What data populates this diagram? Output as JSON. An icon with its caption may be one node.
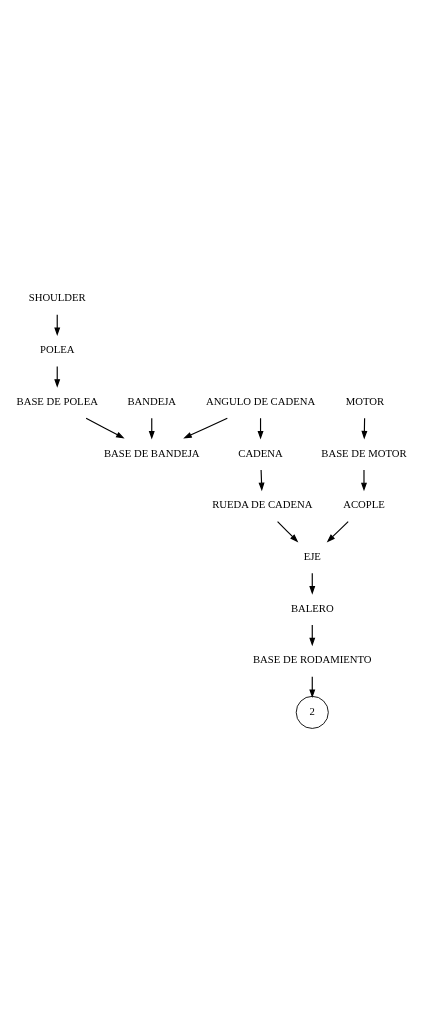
{
  "diagram": {
    "nodes": [
      {
        "text": [
          "SHOULDER"
        ]
      },
      {
        "text": [
          "POLEA"
        ]
      },
      {
        "text": [
          "BASE DE POLEA"
        ]
      },
      {
        "text": [
          "BASE DE BANDEJA"
        ]
      },
      {
        "text": [
          "BANDEJA"
        ]
      },
      {
        "text": [
          "ANGULO DE CADENA"
        ]
      },
      {
        "text": [
          "CADENA"
        ]
      },
      {
        "text": [
          "RUEDA DE CADENA"
        ]
      },
      {
        "text": [
          "EJE"
        ]
      },
      {
        "text": [
          "BALERO"
        ]
      },
      {
        "text": [
          "BASE DE RODAMIENTO"
        ]
      },
      {
        "text": [
          "2"
        ]
      },
      {
        "text": [
          "ACOPLE"
        ]
      },
      {
        "text": [
          "BASE DE MOTOR"
        ]
      },
      {
        "text": [
          "MOTOR"
        ]
      }
    ],
    "edges": [
      {
        "from": 0,
        "to": 1,
        "arrow": "to"
      },
      {
        "from": 1,
        "to": 2,
        "arrow": "to"
      },
      {
        "from": 2,
        "to": 3,
        "arrow": "to"
      },
      {
        "from": 4,
        "to": 3,
        "arrow": "to"
      },
      {
        "from": 5,
        "to": 3,
        "arrow": "to"
      },
      {
        "from": 5,
        "to": 6,
        "arrow": "to"
      },
      {
        "from": 6,
        "to": 7,
        "arrow": "to"
      },
      {
        "from": 7,
        "to": 8,
        "arrow": "to"
      },
      {
        "from": 8,
        "to": 9,
        "arrow": "to"
      },
      {
        "from": 9,
        "to": 10,
        "arrow": "to"
      },
      {
        "from": 10,
        "to": 11,
        "arrow": "to"
      },
      {
        "from": 12,
        "to": 8,
        "arrow": "to"
      },
      {
        "from": 13,
        "to": 12,
        "arrow": "to"
      },
      {
        "from": 14,
        "to": 13,
        "arrow": "to"
      }
    ]
  }
}
